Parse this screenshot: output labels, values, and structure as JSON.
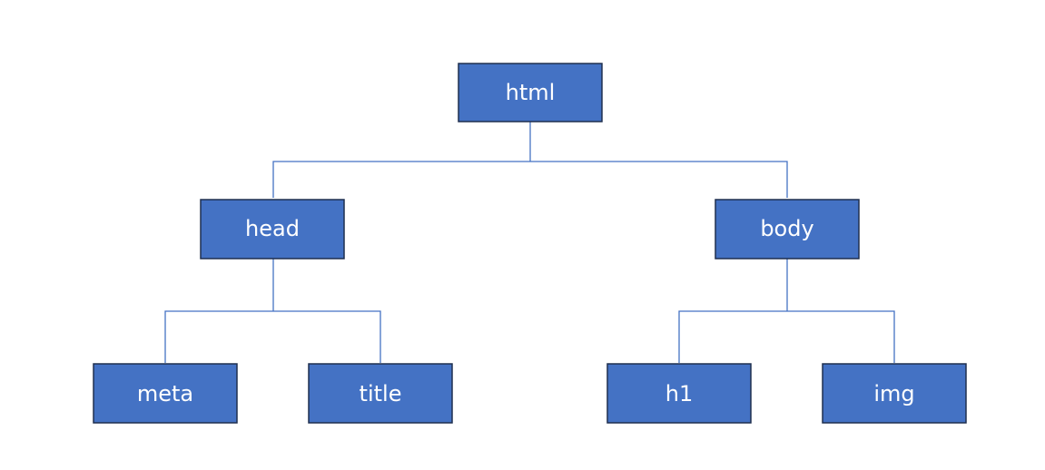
{
  "colors": {
    "node_fill": "#4472C4",
    "node_border": "#1F2F4F",
    "connector": "#4472C4",
    "text": "#FFFFFF",
    "background": "#FFFFFF"
  },
  "tree": {
    "root": {
      "id": "html",
      "label": "html"
    },
    "level1": [
      {
        "id": "head",
        "label": "head",
        "parent": "html"
      },
      {
        "id": "body",
        "label": "body",
        "parent": "html"
      }
    ],
    "level2": [
      {
        "id": "meta",
        "label": "meta",
        "parent": "head"
      },
      {
        "id": "title",
        "label": "title",
        "parent": "head"
      },
      {
        "id": "h1",
        "label": "h1",
        "parent": "body"
      },
      {
        "id": "img",
        "label": "img",
        "parent": "body"
      }
    ]
  }
}
